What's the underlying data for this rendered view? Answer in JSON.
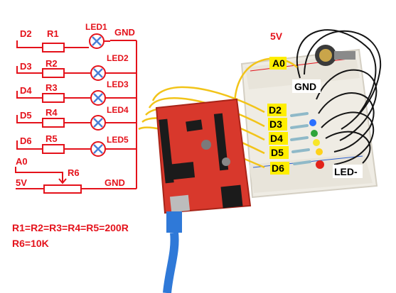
{
  "colors": {
    "schematic": "#e4121b",
    "label_highlight": "#ffee00",
    "board": "#d8382c",
    "breadboard": "#f2f0ea",
    "wire_yellow": "#f2c419",
    "wire_black": "#141414",
    "usb_cable": "#2f79d8"
  },
  "schematic": {
    "pins": [
      "D2",
      "D3",
      "D4",
      "D5",
      "D6"
    ],
    "resistors": [
      "R1",
      "R2",
      "R3",
      "R4",
      "R5"
    ],
    "leds": [
      "LED1",
      "LED2",
      "LED3",
      "LED4",
      "LED5"
    ],
    "gnd_top": "GND",
    "a0": "A0",
    "pot": "R6",
    "v5": "5V",
    "gnd_bottom": "GND",
    "note_line1": "R1=R2=R3=R4=R5=200R",
    "note_line2": "R6=10K"
  },
  "photo": {
    "v5": "5V",
    "a0": "A0",
    "gnd": "GND",
    "pins": [
      "D2",
      "D3",
      "D4",
      "D5",
      "D6"
    ],
    "led_minus": "LED-",
    "led_colors": [
      "#2a6fff",
      "#2ea43a",
      "#f7e62a",
      "#ffd21a",
      "#e2231a"
    ]
  }
}
